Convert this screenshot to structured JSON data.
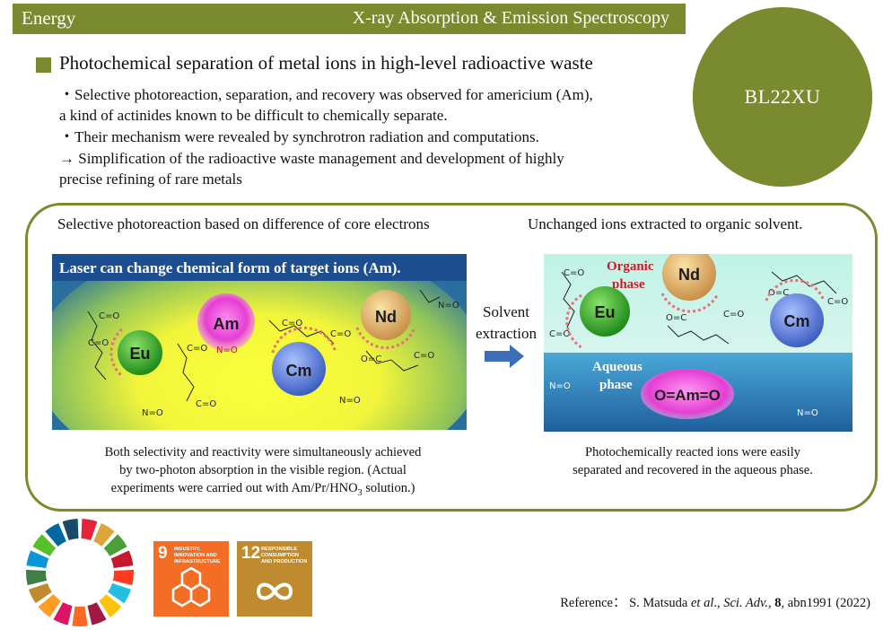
{
  "header": {
    "category": "Energy",
    "technique": "X-ray Absorption &  Emission Spectroscopy"
  },
  "beamline": "BL22XU",
  "title": "Photochemical separation of metal ions in high-level radioactive waste",
  "bullets": [
    "・Selective photoreaction, separation, and recovery was observed for americium (Am),",
    "a kind of actinides known to be difficult to chemically separate.",
    "・Their mechanism were revealed by synchrotron radiation and computations.",
    "→ Simplification of the radioactive waste management and development of highly",
    "precise refining of rare metals"
  ],
  "left_heading": "Selective photoreaction based on difference of core electrons",
  "right_heading": "Unchanged ions extracted to organic solvent.",
  "left_figure": {
    "banner": "Laser can change chemical form of target ions (Am).",
    "ions": {
      "eu": "Eu",
      "am": "Am",
      "cm": "Cm",
      "nd": "Nd"
    },
    "nitrate": {
      "o": "O",
      "n": "N",
      "no": "N=O",
      "o2": "=O"
    }
  },
  "right_figure": {
    "organic_label_1": "Organic",
    "organic_label_2": "phase",
    "aqueous_label_1": "Aqueous",
    "aqueous_label_2": "phase",
    "ions": {
      "eu": "Eu",
      "nd": "Nd",
      "cm": "Cm",
      "amo2": "O=Am=O"
    }
  },
  "solvent": {
    "line1": "Solvent",
    "line2": "extraction"
  },
  "left_caption": {
    "line1": "Both selectivity and reactivity were simultaneously achieved",
    "line2": "by two-photon absorption in the visible region. (Actual",
    "line3_a": "experiments were carried out with Am/Pr/HNO",
    "line3_sub": "3",
    "line3_b": " solution.)"
  },
  "right_caption": {
    "line1": "Photochemically reacted ions were easily",
    "line2": "separated and recovered in the aqueous phase."
  },
  "sdg": [
    {
      "number": "9",
      "name": "INDUSTRY, INNOVATION AND INFRASTRUCTURE",
      "color": "#f36d25"
    },
    {
      "number": "12",
      "name": "RESPONSIBLE CONSUMPTION AND PRODUCTION",
      "color": "#bf8b2e"
    }
  ],
  "reference": {
    "prefix": "Reference：  S. Matsuda ",
    "etal": "et al",
    "sep1": "., ",
    "journal": "Sci. Adv.",
    "sep2": ", ",
    "volume": "8",
    "rest": ", abn1991 (2022)"
  },
  "colors": {
    "accent": "#7a8a2e",
    "banner_blue": "#1d4e8f",
    "eu": "#3aa52a",
    "cm": "#5b7fd6",
    "nd": "#e6b66a",
    "am": "#e040c8",
    "dashed": "#e8707a"
  }
}
